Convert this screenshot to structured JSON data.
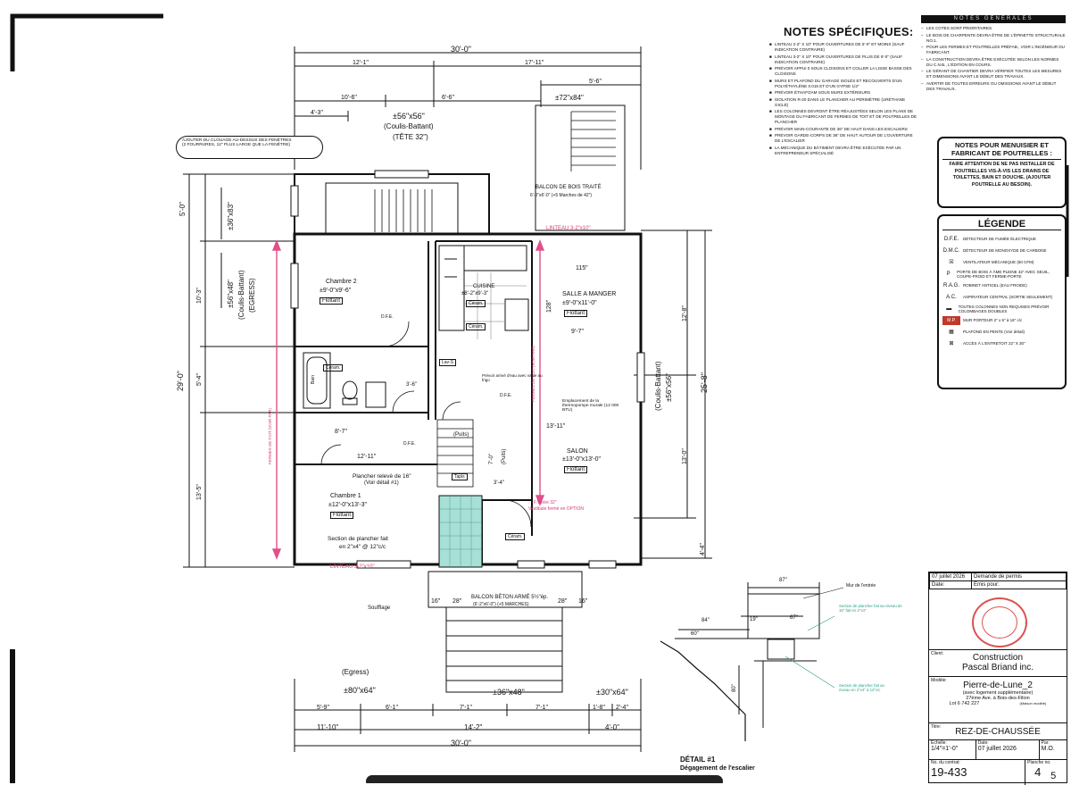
{
  "rooms": {
    "chambre2": {
      "name": "Chambre 2",
      "dims": "±9'-0\"x9'-6\"",
      "floor": "Flottant"
    },
    "cuisine": {
      "name": "CUISINE",
      "dims": "±8'-2\"x9'-3\"",
      "floor": "Céram."
    },
    "salle_manger": {
      "name": "SALLE A MANGER",
      "dims": "±9'-0\"x11'-0\"",
      "floor": "Flottant"
    },
    "salon": {
      "name": "SALON",
      "dims": "±13'-0\"x13'-0\"",
      "floor": "Flottant"
    },
    "chambre1": {
      "name": "Chambre 1",
      "dims": "±12'-0\"x13'-3\"",
      "floor": "Flottant"
    },
    "balcon_bois": {
      "line1": "BALCON DE BOIS TRAITÉ",
      "line2": "6'-0\"x6'-0\" (+5 Marches de 42\")"
    },
    "balcon_beton": {
      "line1": "BALCON BÉTON ARMÉ 5½\"ép.",
      "line2": "(6'-2\"x6'-0\") (+5 MARCHES)"
    },
    "egress": "(Egress)",
    "ceram_labels": [
      "Céram.",
      "Céram.",
      "Céram."
    ]
  },
  "dims": {
    "top_overall": "30'-0\"",
    "top_12_1": "12'-1\"",
    "top_17_11": "17'-11\"",
    "top_10_6": "10'-6\"",
    "top_6_6": "6'-6\"",
    "top_5_6": "5'-6\"",
    "top_4_3": "4'-3\"",
    "bottom_overall": "30'-0\"",
    "bottom_11_10": "11'-10\"",
    "bottom_14_2": "14'-2\"",
    "bottom_4_0": "4'-0\"",
    "bottom_5_9": "5'-9\"",
    "bottom_6_1": "6'-1\"",
    "bottom_7_1a": "7'-1\"",
    "bottom_7_1b": "7'-1\"",
    "bottom_1_8": "1'-8\"",
    "bottom_2_4": "2'-4\"",
    "left_29_0": "29'-0\"",
    "left_5_0": "5'-0\"",
    "left_10_3": "10'-3\"",
    "left_5_4": "5'-4\"",
    "left_13_5": "13'-5\"",
    "right_25_8": "25'-8\"",
    "right_12_8": "12'-8\"",
    "right_13_0": "13'-0\"",
    "right_4_4": "4'-4\"",
    "internal_115": "115\"",
    "internal_128": "128\"",
    "internal_9_7": "9'-7\"",
    "internal_13_11": "13'-11\"",
    "internal_12_11": "12'-11\"",
    "internal_8_7": "8'-7\"",
    "internal_3_6": "3'-6\"",
    "internal_3_4": "3'-4\"",
    "internal_7_0": "7'-0\""
  },
  "windows": {
    "w_top": "±56\"x56\"",
    "w_top_type": "(Coulis-Battant)",
    "w_top_head": "(TÊTE 32\")",
    "w_balcon": "±72\"x84\"",
    "w_left1": "±36\"x83\"",
    "w_left2": "±56\"x48\"",
    "w_left2_type": "(Coulis-Battant)",
    "w_left2_egress": "(EGRESS)",
    "w_right": "(Coulis-Battant)",
    "w_right_size": "±56\"x56\"",
    "w_bottom1": "±80\"x64\"",
    "w_bottom2": "±36\"x48\"",
    "w_bottom3": "±30\"x64\""
  },
  "labels": {
    "linteau_top": "LINTEAU 3-2\"x10\"",
    "linteau_bottom": "LINTEAU 3-2\"x10\"",
    "ajouter": "AJOUTER DU CLOUAGE AU-DESSUS DES FENÊTRES",
    "ajouter2": "(2 FOURRURES, 12\" PLUS LARGE QUE LA FENÊTRE)",
    "plancher_releve": "Plancher relevé de 16\"",
    "voir_detail": "(Voir détail #1)",
    "section_plancher": "Section de plancher fait",
    "section_plancher2": "en 2\"x4\" @ 12\"c/c",
    "soufflage": "Soufflage",
    "puits": "(Puits)",
    "tapis": "Tapis",
    "arrivee_eau": "Prévoir arrivé d'eau avec valve au frigo",
    "emplacement": "Emplacement de la thermopompe murale (12 000 BTU)",
    "vestibule": "F.Vitrée 32\"",
    "vestibule2": "Vestibule fermé en OPTION",
    "ferme_left": "FERMES DE TOIT (VOIR PAR)",
    "ferme_mid": "FERMES DE TOIT (VOIR PAR)",
    "dfe": "D.F.E.",
    "lav_s": "Lav-S",
    "bain": "Bain",
    "detail_title": "DÉTAIL #1",
    "detail_sub": "Dégagement de l'escalier",
    "mur_entree": "Mur de l'entrée",
    "detail_87": "87\"",
    "detail_84": "84\"",
    "detail_60": "60\"",
    "detail_16": "16\"",
    "detail_28a": "28\"",
    "detail_28b": "28\"",
    "detail_16b": "16\"",
    "detail_note1": "Section de plancher fait au niveau de 16\" fait en 2\"x4\"",
    "detail_note2": "Section de plancher fait au niveau en 2\"x4\" à 12\"c/c",
    "detail_67": "67\"",
    "detail_19": "19\"",
    "detail_80": "80\""
  },
  "notes_specifiques": {
    "title": "NOTES SPÉCIFIQUES:",
    "items": [
      "LINTEAU 2-2\" X 10\" POUR OUVERTURES DE 6'-0\" ET MOINS (SAUF INDICATION CONTRAIRE)",
      "LINTEAU 3-2\" X 10\" POUR OUVERTURES DE PLUS DE 6'-0\" (SAUF INDICATION CONTRAIRE)",
      "PRÉVOIR APPUI 0 SOUS CLOISONS ET COLLER LA LISSE BASSE DES CLOISONS",
      "MURS ET PLAFOND DU GARAGE ISOLÉS ET RECOUVERTS D'UN POLYÉTHYLÈNE 0.015 ET D'UN GYPSE 1/2\"",
      "PRÉVOIR ÉTHAFOAM SOUS MURS EXTÉRIEURS",
      "ISOLATION R-20 DANS LE PLANCHER AU PÉRIMÈTRE (URÉTHANE GICLÉ)",
      "LES COLONNES DEVRONT ÊTRE RÉAJUSTÉES SELON LES PLANS DE MONTAGE DU FABRICANT DE FERMES DE TOIT ET DE POUTRELLES DE PLANCHER",
      "PRÉVOIR MAIN-COURANTE DE 36\" DE HAUT DANS LES ESCALIERS",
      "PRÉVOIR GARDE-CORPS DE 36\" DE HAUT AUTOUR DE L'OUVERTURE DE L'ESCALIER",
      "LA MÉCANIQUE DU BÂTIMENT DEVRA ÊTRE EXÉCUTÉE PAR UN ENTREPRENEUR SPÉCIALISÉ"
    ]
  },
  "notes_generales": {
    "title": "NOTES GÉNÉRALES",
    "items": [
      "LES COTES SONT PRIORITAIRES.",
      "LE BOIS DE CHARPENTE DEVRA ÊTRE DE L'ÉPINETTE STRUCTURALE NO.1.",
      "POUR LES FERMES ET POUTRELLES PRÉFAB., VOIR L'INGÉNIEUR DU FABRICANT.",
      "LA CONSTRUCTION DEVRA ÊTRE EXÉCUTÉE SELON LES NORMES DU C.N.B., L'ÉDITION EN COURS.",
      "LE GÉRANT DE CHANTIER DEVRA VÉRIFIER TOUTES LES MESURES ET DIMENSIONS AVANT LE DÉBUT DES TRAVAUX.",
      "AVERTIR DE TOUTES ERREURS OU OMISSIONS AVANT LE DÉBUT DES TRAVAUX."
    ]
  },
  "menuisier": {
    "title1": "NOTES POUR MENUISIER ET",
    "title2": "FABRICANT DE POUTRELLES :",
    "body": "FAIRE ATTENTION DE NE PAS INSTALLER DE POUTRELLES VIS-À-VIS LES DRAINS DE TOILETTES, BAIN ET DOUCHE. (AJOUTER POUTRELLE AU BESOIN)."
  },
  "legende": {
    "title": "LÉGENDE",
    "items": [
      {
        "sym": "D.F.E.",
        "text": "DÉTECTEUR DE FUMÉE ÉLECTRIQUE"
      },
      {
        "sym": "D.M.C.",
        "text": "DÉTECTEUR DE MONOXYDE DE CARBONE"
      },
      {
        "sym": "☒",
        "text": "VENTILATEUR MÉCANIQUE (50 CFM)"
      },
      {
        "sym": "P",
        "text": "PORTE DE BOIS À ÂME PLEINE 32\" AVEC SEUIL, COUPE-FROID ET FERME-PORTE"
      },
      {
        "sym": "R.A.G.",
        "text": "ROBINET ANTIGEL (EAU FROIDE)"
      },
      {
        "sym": "A.C.",
        "text": "ASPIRATEUR CENTRAL (SORTIE SEULEMENT)"
      },
      {
        "sym": "▬",
        "text": "TOUTES COLONNES NON REQUISES PRÉVOIR COLOMBAGES DOUBLES"
      },
      {
        "sym": "M.P.",
        "text": "MUR PORTEUR 2\" x 6\" à 16\" c/c"
      },
      {
        "sym": "▦",
        "text": "PLAFOND EN PENTE (Voir détail)"
      },
      {
        "sym": "⊠",
        "text": "ACCÈS À L'ENTRETOIT 22\" X 30\""
      }
    ]
  },
  "titleblock": {
    "date1": "07 juillet 2026",
    "desc1": "Demande de permis",
    "date_label": "Date:",
    "desc_label": "Émis pour:",
    "client_label": "Client:",
    "client1": "Construction",
    "client2": "Pascal Briand inc.",
    "modele_label": "Modèle:",
    "modele": "Pierre-de-Lune_2",
    "modele_sub1": "(avec logement supplémentaire)",
    "modele_sub2": "27ème Ave. à Bois-des-Filion",
    "lot": "Lot 6 742 227",
    "modele_note": "(Maison modèle)",
    "titre_label": "Titre:",
    "titre": "REZ-DE-CHAUSSÉE",
    "echelle_label": "Échelle:",
    "echelle": "1/4\"=1'-0\"",
    "date2_label": "Date:",
    "date2": "07 juillet 2026",
    "par_label": "Par:",
    "par": "M.O.",
    "contrat_label": "No. du contrat:",
    "contrat": "19-433",
    "planche_label": "Planche no.",
    "planche": "4",
    "planche_total": "5",
    "seal": "seal-stamp"
  }
}
